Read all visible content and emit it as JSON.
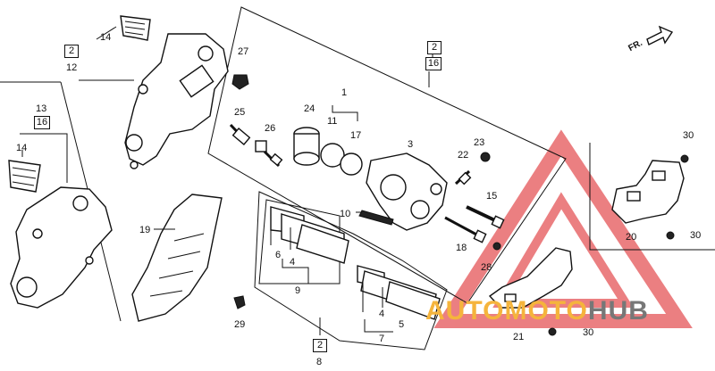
{
  "labels": {
    "p1": "1",
    "p3": "3",
    "p4a": "4",
    "p4b": "4",
    "p5": "5",
    "p6": "6",
    "p7": "7",
    "p8": "8",
    "p9": "9",
    "p10": "10",
    "p11": "11",
    "p12": "12",
    "p13": "13",
    "p14a": "14",
    "p14b": "14",
    "p15": "15",
    "p17": "17",
    "p18": "18",
    "p19": "19",
    "p20": "20",
    "p21": "21",
    "p22": "22",
    "p23": "23",
    "p24": "24",
    "p25": "25",
    "p26": "26",
    "p27": "27",
    "p28": "28",
    "p29": "29",
    "p30a": "30",
    "p30b": "30",
    "p30c": "30"
  },
  "boxed": {
    "b12": "2",
    "b16box": "2",
    "b8": "2",
    "b13": "16",
    "b16": "16"
  },
  "direction": "FR.",
  "watermark": {
    "part1": "AUTOMOTO",
    "part2": "HUB"
  },
  "colors": {
    "watermark_orange": "#f5b43c",
    "watermark_grey": "#777777",
    "warning_red": "#e8696c"
  }
}
